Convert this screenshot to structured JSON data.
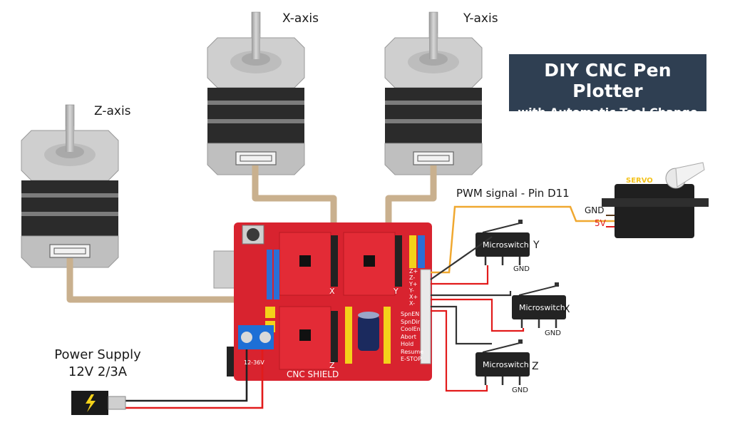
{
  "title": {
    "line1": "DIY CNC Pen Plotter",
    "line2": "with Automatic Tool Change"
  },
  "motors": {
    "x": "X-axis",
    "y": "Y-axis",
    "z": "Z-axis"
  },
  "servo": {
    "label": "SERVO",
    "signal": "PWM signal - Pin D11",
    "gnd": "GND",
    "vcc": "5V"
  },
  "switches": [
    {
      "text": "Microswitch",
      "axis": "Y",
      "gnd": "GND"
    },
    {
      "text": "Microswitch",
      "axis": "X",
      "gnd": "GND"
    },
    {
      "text": "Microswitch",
      "axis": "Z",
      "gnd": "GND"
    }
  ],
  "power": {
    "line1": "Power Supply",
    "line2": "12V 2/3A"
  },
  "shield": {
    "name": "CNC SHIELD",
    "voltage": "12-36V",
    "driver_labels": {
      "x": "X",
      "y": "Y",
      "z": "Z"
    },
    "pins_top": [
      "Z+",
      "Z-",
      "Y+",
      "Y-",
      "X+",
      "X-"
    ],
    "pins_bottom": [
      "SpnEN",
      "SpnDir",
      "CoolEn",
      "Abort",
      "Hold",
      "Resume",
      "E-STOP"
    ]
  },
  "colors": {
    "board": "#d8232f",
    "cable": "#c9b08e",
    "signal_wire": "#f0a830",
    "gnd_wire": "#222222",
    "power_wire": "#e21b1b",
    "title_bg": "#2f3f52"
  }
}
